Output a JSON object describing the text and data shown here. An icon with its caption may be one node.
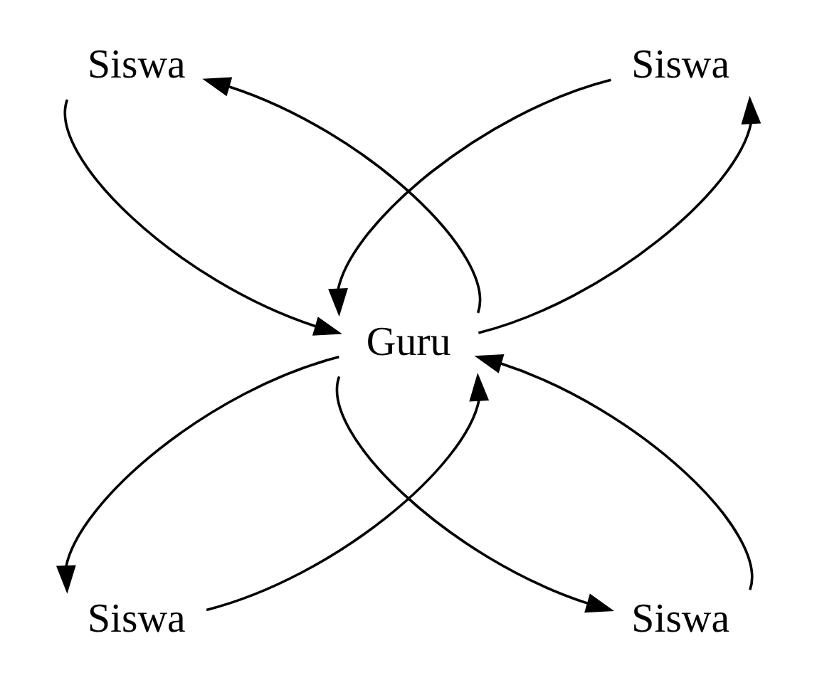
{
  "diagram": {
    "nodes": [
      {
        "text": [
          "Siswa"
        ]
      },
      {
        "text": [
          "Siswa"
        ]
      },
      {
        "text": [
          "Guru"
        ]
      },
      {
        "text": [
          "Siswa"
        ]
      },
      {
        "text": [
          "Siswa"
        ]
      }
    ],
    "edges": [
      {
        "from": 0,
        "to": 2,
        "arrow": "to"
      },
      {
        "from": 2,
        "to": 0,
        "arrow": "to"
      },
      {
        "from": 2,
        "to": 1,
        "arrow": "to"
      },
      {
        "from": 1,
        "to": 2,
        "arrow": "to"
      },
      {
        "from": 3,
        "to": 2,
        "arrow": "to"
      },
      {
        "from": 2,
        "to": 3,
        "arrow": "to"
      },
      {
        "from": 2,
        "to": 4,
        "arrow": "to"
      },
      {
        "from": 4,
        "to": 2,
        "arrow": "to"
      }
    ]
  }
}
